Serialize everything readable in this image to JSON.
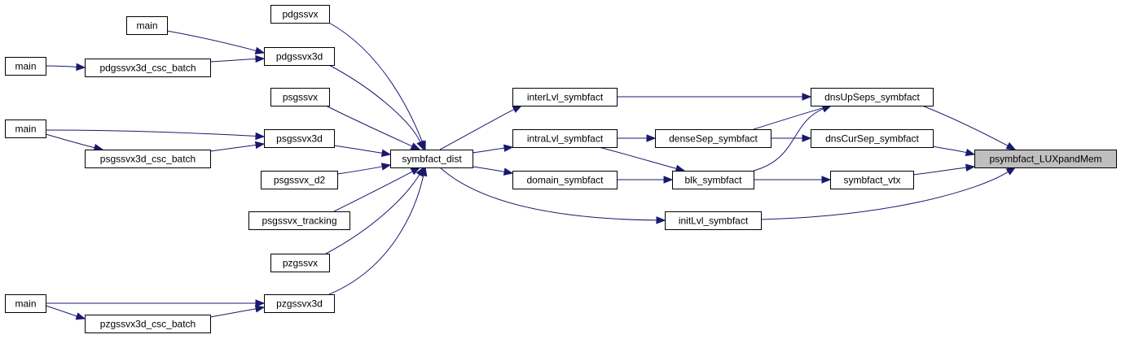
{
  "graph": {
    "edge_color": "#191970",
    "focus_fill": "#bfbfbf",
    "nodes": {
      "psymbfact_LUXpandMem": "psymbfact_LUXpandMem",
      "dnsUpSeps_symbfact": "dnsUpSeps_symbfact",
      "dnsCurSep_symbfact": "dnsCurSep_symbfact",
      "symbfact_vtx": "symbfact_vtx",
      "initLvl_symbfact": "initLvl_symbfact",
      "interLvl_symbfact": "interLvl_symbfact",
      "intraLvl_symbfact": "intraLvl_symbfact",
      "denseSep_symbfact": "denseSep_symbfact",
      "domain_symbfact": "domain_symbfact",
      "blk_symbfact": "blk_symbfact",
      "symbfact_dist": "symbfact_dist",
      "pdgssvx": "pdgssvx",
      "pdgssvx3d": "pdgssvx3d",
      "psgssvx": "psgssvx",
      "psgssvx3d": "psgssvx3d",
      "psgssvx_d2": "psgssvx_d2",
      "psgssvx_tracking": "psgssvx_tracking",
      "pzgssvx": "pzgssvx",
      "pzgssvx3d": "pzgssvx3d",
      "pdgssvx3d_csc_batch": "pdgssvx3d_csc_batch",
      "psgssvx3d_csc_batch": "psgssvx3d_csc_batch",
      "pzgssvx3d_csc_batch": "pzgssvx3d_csc_batch",
      "main_1": "main",
      "main_2": "main",
      "main_3": "main",
      "main_4": "main"
    },
    "edges": [
      [
        "dnsUpSeps_symbfact",
        "psymbfact_LUXpandMem"
      ],
      [
        "dnsCurSep_symbfact",
        "psymbfact_LUXpandMem"
      ],
      [
        "symbfact_vtx",
        "psymbfact_LUXpandMem"
      ],
      [
        "initLvl_symbfact",
        "psymbfact_LUXpandMem"
      ],
      [
        "interLvl_symbfact",
        "dnsUpSeps_symbfact"
      ],
      [
        "denseSep_symbfact",
        "dnsUpSeps_symbfact"
      ],
      [
        "blk_symbfact",
        "dnsUpSeps_symbfact"
      ],
      [
        "denseSep_symbfact",
        "dnsCurSep_symbfact"
      ],
      [
        "blk_symbfact",
        "symbfact_vtx"
      ],
      [
        "intraLvl_symbfact",
        "denseSep_symbfact"
      ],
      [
        "intraLvl_symbfact",
        "blk_symbfact"
      ],
      [
        "domain_symbfact",
        "blk_symbfact"
      ],
      [
        "symbfact_dist",
        "interLvl_symbfact"
      ],
      [
        "symbfact_dist",
        "intraLvl_symbfact"
      ],
      [
        "symbfact_dist",
        "domain_symbfact"
      ],
      [
        "symbfact_dist",
        "initLvl_symbfact"
      ],
      [
        "pdgssvx",
        "symbfact_dist"
      ],
      [
        "pdgssvx3d",
        "symbfact_dist"
      ],
      [
        "psgssvx",
        "symbfact_dist"
      ],
      [
        "psgssvx3d",
        "symbfact_dist"
      ],
      [
        "psgssvx_d2",
        "symbfact_dist"
      ],
      [
        "psgssvx_tracking",
        "symbfact_dist"
      ],
      [
        "pzgssvx",
        "symbfact_dist"
      ],
      [
        "pzgssvx3d",
        "symbfact_dist"
      ],
      [
        "main_1",
        "pdgssvx3d"
      ],
      [
        "pdgssvx3d_csc_batch",
        "pdgssvx3d"
      ],
      [
        "main_2",
        "pdgssvx3d_csc_batch"
      ],
      [
        "main_3",
        "psgssvx3d"
      ],
      [
        "psgssvx3d_csc_batch",
        "psgssvx3d"
      ],
      [
        "main_3",
        "psgssvx3d_csc_batch"
      ],
      [
        "main_4",
        "pzgssvx3d"
      ],
      [
        "pzgssvx3d_csc_batch",
        "pzgssvx3d"
      ],
      [
        "main_4",
        "pzgssvx3d_csc_batch"
      ]
    ]
  }
}
